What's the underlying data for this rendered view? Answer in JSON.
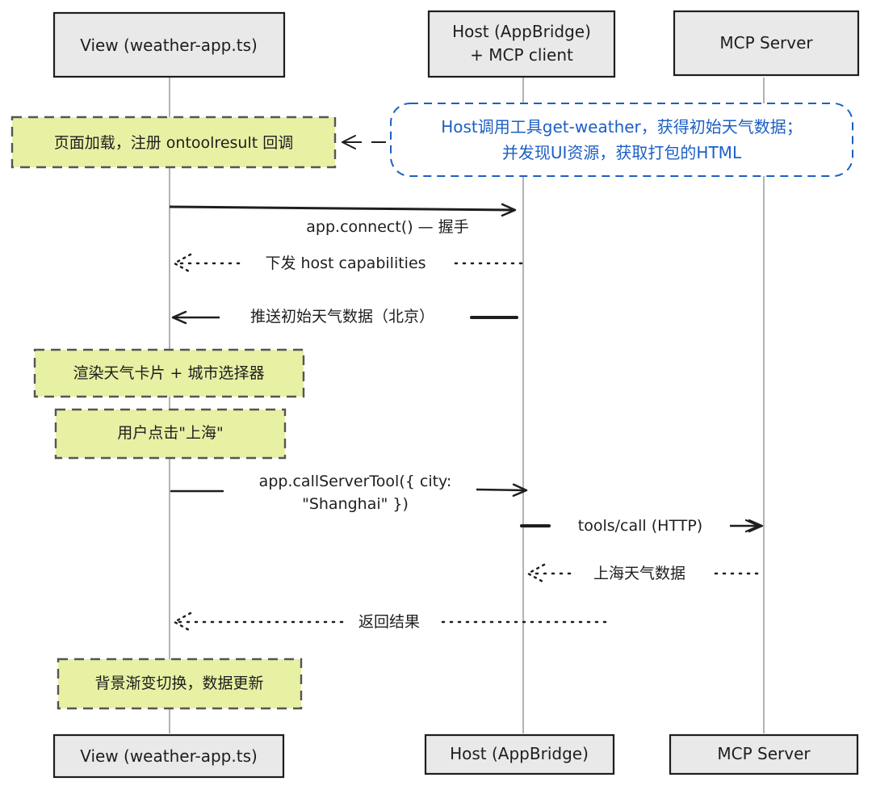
{
  "participants": {
    "view_top": "View (weather-app.ts)",
    "host_top_line1": "Host (AppBridge)",
    "host_top_line2": "+ MCP client",
    "server_top": "MCP Server",
    "view_bottom": "View (weather-app.ts)",
    "host_bottom": "Host (AppBridge)",
    "server_bottom": "MCP Server"
  },
  "notes": {
    "page_load": "页面加载，注册 ontoolresult 回调",
    "host_call_line1": "Host调用工具get-weather，获得初始天气数据；",
    "host_call_line2": "并发现UI资源，获取打包的HTML",
    "render": "渲染天气卡片 + 城市选择器",
    "user_click": "用户点击\"上海\"",
    "bg_change": "背景渐变切换，数据更新"
  },
  "messages": {
    "connect": "app.connect() — 握手",
    "capabilities": "下发 host capabilities",
    "push_initial": "推送初始天气数据（北京）",
    "call_tool_line1": "app.callServerTool({ city:",
    "call_tool_line2": "\"Shanghai\" })",
    "tools_call": "tools/call (HTTP)",
    "shanghai_data": "上海天气数据",
    "return_result": "返回结果"
  },
  "colors": {
    "box_fill": "#e9e9e9",
    "note_fill": "#e8f0a4",
    "stroke": "#1e1e1e",
    "blue": "#1c5fc4",
    "lifeline": "#9a9a9a"
  }
}
